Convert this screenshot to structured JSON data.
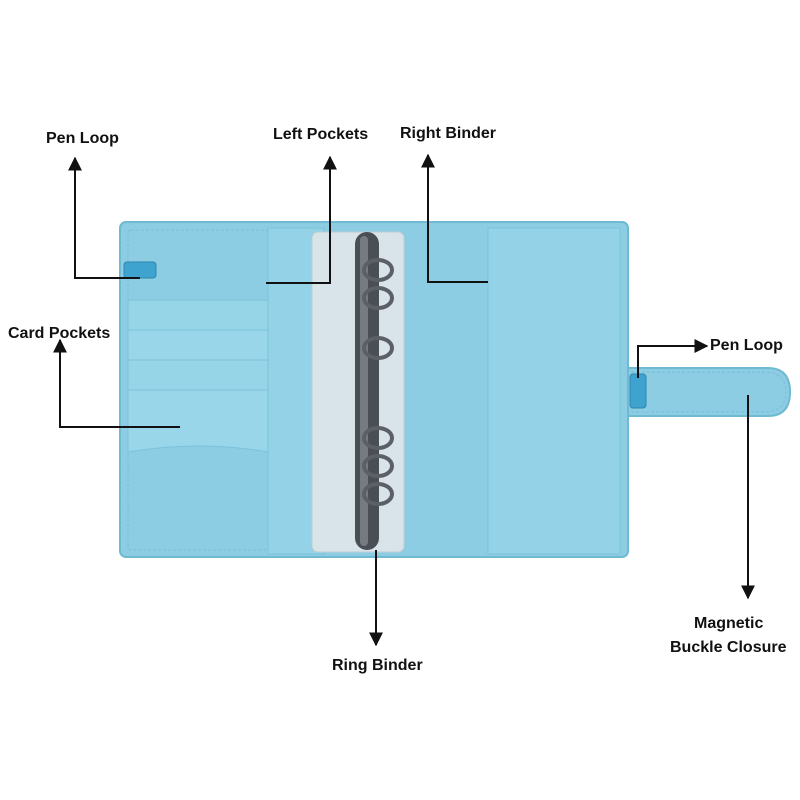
{
  "labels": {
    "pen_loop_left": "Pen Loop",
    "left_pockets": "Left Pockets",
    "right_binder": "Right Binder",
    "card_pockets": "Card Pockets",
    "pen_loop_right": "Pen Loop",
    "magnetic_line1": "Magnetic",
    "magnetic_line2": "Buckle Closure",
    "ring_binder": "Ring Binder"
  },
  "colors": {
    "cover": "#8ccde3",
    "cover_dark": "#6fb9d2",
    "strap": "#3fa3cf",
    "rings": "#4a4f55",
    "sheet": "#dfe6ea",
    "arrow": "#111111"
  }
}
